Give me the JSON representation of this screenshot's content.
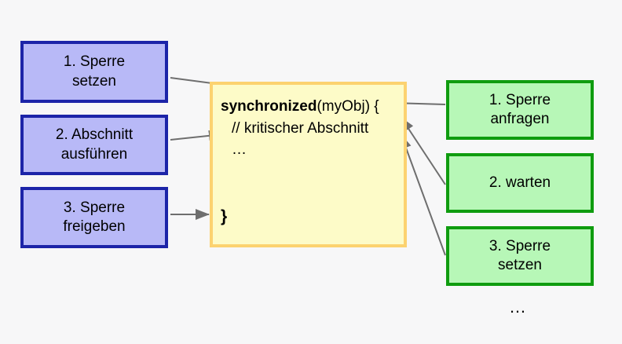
{
  "diagram": {
    "title": "synchronized block lock acquisition diagram",
    "background_color": "#f7f7f8",
    "left_column": {
      "accent_color": "#1c24a8",
      "fill_color": "#b8b9f7",
      "boxes": [
        {
          "line1": "1. Sperre",
          "line2": "setzen"
        },
        {
          "line1": "2. Abschnitt",
          "line2": "ausführen"
        },
        {
          "line1": "3. Sperre",
          "line2": "freigeben"
        }
      ]
    },
    "code_block": {
      "fill_color": "#fdfbc8",
      "border_color": "#fcd270",
      "line1_keyword": "synchronized",
      "line1_rest": "(myObj) {",
      "line2": "// kritischer Abschnitt",
      "line3": "…",
      "line4": "}"
    },
    "right_column": {
      "accent_color": "#0f9c0f",
      "fill_color": "#b7f7b7",
      "boxes": [
        {
          "line1": "1. Sperre",
          "line2": "anfragen"
        },
        {
          "line1": "2. warten",
          "line2": ""
        },
        {
          "line1": "3. Sperre",
          "line2": "setzen"
        }
      ],
      "trailing_ellipsis": "…"
    },
    "arrow_color": "#6e6e6e"
  }
}
